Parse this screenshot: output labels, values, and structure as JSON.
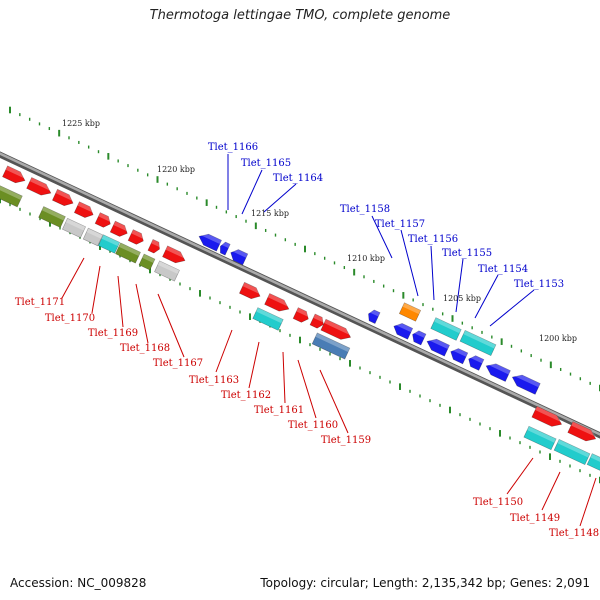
{
  "title": "Thermotoga lettingae TMO, complete genome",
  "footer": {
    "accession": "Accession: NC_009828",
    "summary": "Topology: circular; Length: 2,135,342 bp; Genes: 2,091"
  },
  "colors": {
    "red": "#ee1111",
    "blue": "#1a1aee",
    "cyan": "#22cccc",
    "olive": "#6b8e23",
    "grey": "#c8c8c8",
    "orange": "#ff8800",
    "steel": "#4a7db5",
    "label_red": "#cc0000",
    "label_blue": "#0000cc",
    "tick": "#2a8a2a",
    "backbone": "#7a7a7a"
  },
  "kbp_labels": [
    "1225 kbp",
    "1220 kbp",
    "1215 kbp",
    "1210 kbp",
    "1205 kbp",
    "1200 kbp"
  ],
  "gene_labels_forward": [
    "Tlet_1166",
    "Tlet_1165",
    "Tlet_1164",
    "Tlet_1158",
    "Tlet_1157",
    "Tlet_1156",
    "Tlet_1155",
    "Tlet_1154",
    "Tlet_1153"
  ],
  "gene_labels_reverse": [
    "Tlet_1171",
    "Tlet_1170",
    "Tlet_1169",
    "Tlet_1168",
    "Tlet_1167",
    "Tlet_1163",
    "Tlet_1162",
    "Tlet_1161",
    "Tlet_1160",
    "Tlet_1159",
    "Tlet_1150",
    "Tlet_1149",
    "Tlet_1148"
  ]
}
